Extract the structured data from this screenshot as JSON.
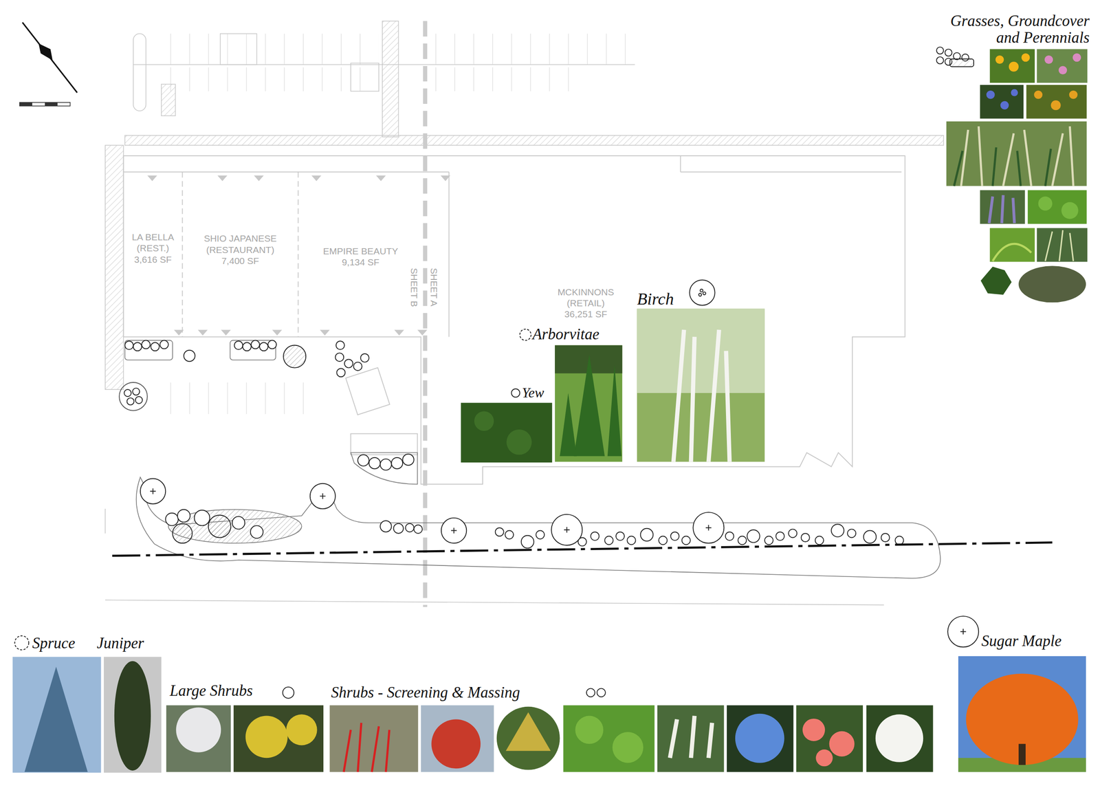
{
  "diagram": {
    "nodes": [
      {
        "text": [
          "LA BELLA (REST.)",
          "3,616 SF"
        ]
      },
      {
        "text": [
          "SHIO JAPANESE (RESTAURANT)",
          "7,400 SF"
        ]
      },
      {
        "text": [
          "EMPIRE BEAUTY",
          "9,134 SF"
        ]
      },
      {
        "text": [
          "MCKINNONS (RETAIL)",
          "36,251 SF"
        ]
      }
    ],
    "labels": [
      "Grasses, Groundcover and Perennials",
      "Birch",
      "Arborvitae",
      "Yew",
      "Spruce",
      "Juniper",
      "Large Shrubs",
      "Shrubs - Screening & Massing",
      "Sugar Maple",
      "SHEET B",
      "SHEET A"
    ]
  }
}
